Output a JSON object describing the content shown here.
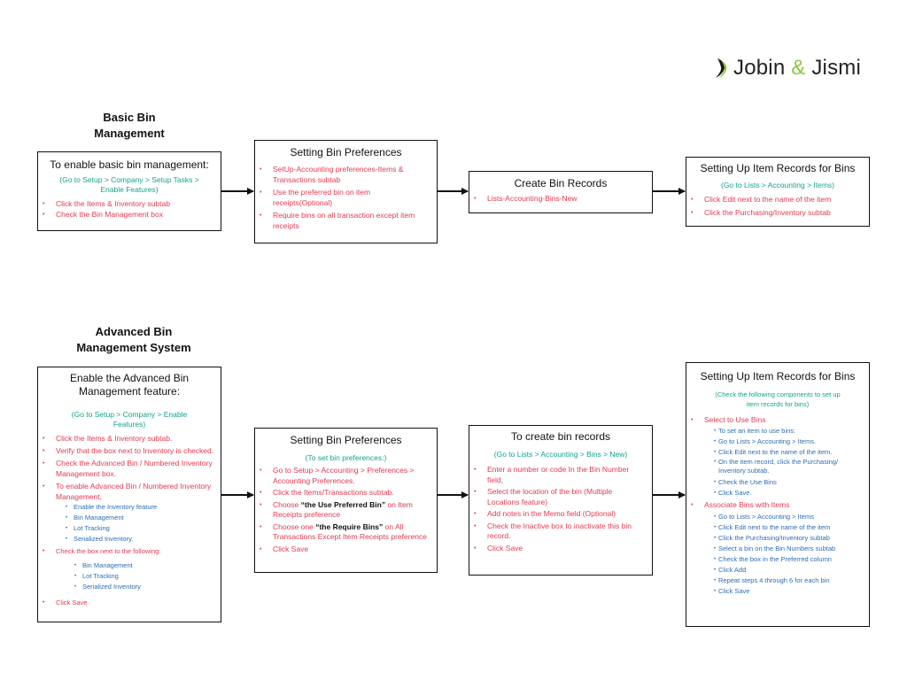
{
  "logo": {
    "part1": "Jobin ",
    "amp": "&",
    "part2": " Jismi"
  },
  "basic": {
    "title_line1": "Basic Bin",
    "title_line2": "Management",
    "box1": {
      "head": "To enable basic bin management:",
      "note": "(Go to Setup > Company > Setup Tasks > Enable Features)",
      "items": [
        "Click the Items & Inventory subtab",
        "Check the Bin Management box"
      ]
    },
    "box2": {
      "head": "Setting Bin Preferences",
      "items": [
        "SetUp-Accounting preferences-Items & Transactions subtab",
        "Use the preferred bin on item receipts(Optional)",
        "Require bins on all transaction except item receipts"
      ]
    },
    "box3": {
      "head": "Create Bin Records",
      "items": [
        "Lists-Accounting-Bins-New"
      ]
    },
    "box4": {
      "head": "Setting Up Item Records for Bins",
      "note": "(Go to Lists > Accounting > Items)",
      "items": [
        "Click Edit next to the name of the item",
        "Click the Purchasing/Inventory subtab"
      ]
    }
  },
  "advanced": {
    "title_line1": "Advanced Bin",
    "title_line2": "Management System",
    "box1": {
      "head_line1": "Enable the Advanced Bin",
      "head_line2": "Management feature:",
      "note": "(Go to Setup > Company > Enable Features)",
      "items": [
        "Click the Items & Inventory subtab.",
        "Verify that the box next to Inventory is checked.",
        "Check the Advanced Bin / Numbered Inventory Management box.",
        "To enable Advanced Bin / Numbered Inventory Management,"
      ],
      "sub_items": [
        "Enable the Inventory feature",
        "Bin Management",
        "Lot Tracking",
        "Serialized Inventory."
      ],
      "check_label": "Check the box next to the following:",
      "check_items": [
        "Bin Management",
        "Lot Tracking",
        "Serialized Inventory"
      ],
      "last": "Click Save"
    },
    "box2": {
      "head": "Setting Bin Preferences",
      "note": "(To set bin preferences:)",
      "item1": "Go to Setup > Accounting > Preferences > Accounting Preferences.",
      "item2": "Click the Items/Transactions subtab.",
      "item3_pre": "Choose ",
      "item3_bold": "“the Use Preferred Bin”",
      "item3_post": " on Item Receipts preference",
      "item4_pre": "Choose one ",
      "item4_bold": "“the Require Bins”",
      "item4_post": " on All Transactions Except Item Receipts preference",
      "item5": "Click Save"
    },
    "box3": {
      "head": "To create bin records",
      "note": "(Go to Lists > Accounting > Bins > New)",
      "items": [
        "Enter a number or code In the Bin Number field,",
        "Select the location of the bin (Multiple Locations feature)",
        "Add notes in the Memo field (Optional)",
        "Check the Inactive box to inactivate this bin record.",
        "Click Save"
      ]
    },
    "box4": {
      "head": "Setting Up Item Records for Bins",
      "note": "(Check the following components to set up item records for bins)",
      "group1_label": "Select to Use Bins",
      "group1_items": [
        "To set an item to use bins:",
        "Go to Lists > Accounting > Items.",
        "Click Edit next to the name of the item.",
        "On the item record, click the Purchasing/ Inventory subtab.",
        "Check the Use Bins",
        "Click Save."
      ],
      "group2_label": "Associate Bins with Items",
      "group2_items": [
        "Go to Lists > Accounting > Items",
        "Click Edit next to the name of the item",
        "Click the Purchasing/Inventory subtab",
        "Select a bin on the Bin Numbers subtab",
        "Check the box in the Preferred column",
        "Click Add",
        "Repeat steps 4 through 6 for each bin",
        "Click Save"
      ]
    }
  },
  "colors": {
    "heading": "#111111",
    "note": "#11a38d",
    "item": "#e23a50",
    "sub_item": "#2a6db5",
    "accent": "#8dc63f"
  }
}
